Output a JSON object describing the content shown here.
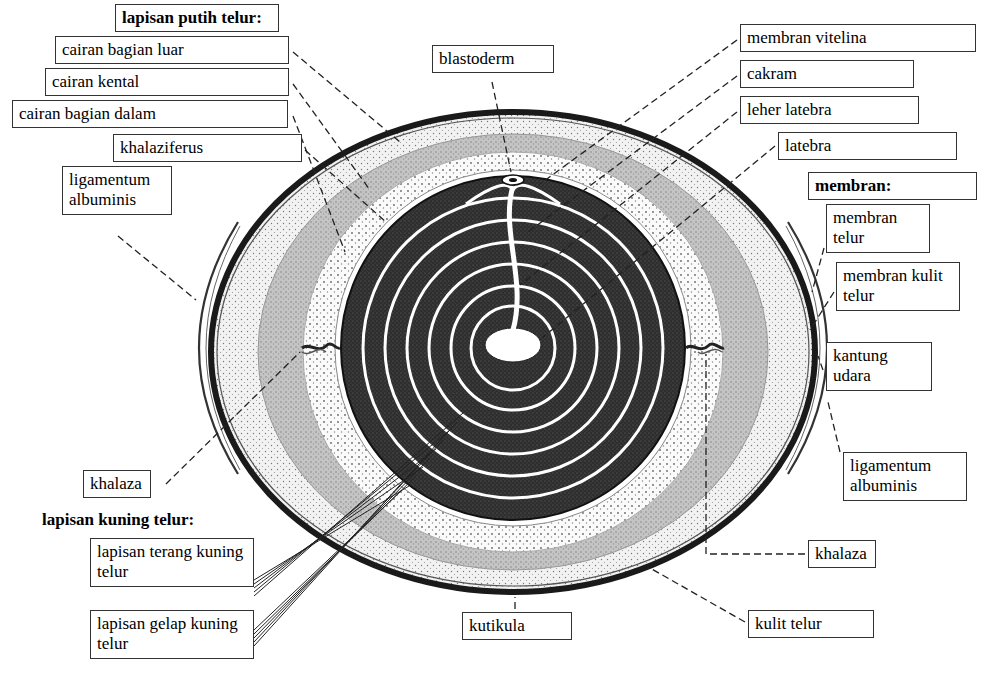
{
  "diagram": {
    "nodes": [
      {
        "text": [
          "lapisan putih telur:"
        ]
      },
      {
        "text": [
          "cairan bagian luar"
        ]
      },
      {
        "text": [
          "cairan kental"
        ]
      },
      {
        "text": [
          "cairan bagian dalam"
        ]
      },
      {
        "text": [
          "khalaziferus"
        ]
      },
      {
        "text": [
          "ligamentum albuminis"
        ]
      },
      {
        "text": [
          "blastoderm"
        ]
      },
      {
        "text": [
          "membran vitelina"
        ]
      },
      {
        "text": [
          "cakram"
        ]
      },
      {
        "text": [
          "leher latebra"
        ]
      },
      {
        "text": [
          "latebra"
        ]
      },
      {
        "text": [
          "membran:"
        ]
      },
      {
        "text": [
          "membran telur"
        ]
      },
      {
        "text": [
          "membran kulit telur"
        ]
      },
      {
        "text": [
          "kantung udara"
        ]
      },
      {
        "text": [
          "ligamentum albuminis"
        ]
      },
      {
        "text": [
          "khalaza"
        ]
      },
      {
        "text": [
          "lapisan terang kuning telur"
        ]
      },
      {
        "text": [
          "lapisan gelap kuning telur"
        ]
      },
      {
        "text": [
          "kutikula"
        ]
      },
      {
        "text": [
          "khalaza"
        ]
      },
      {
        "text": [
          "kulit telur"
        ]
      }
    ],
    "labels": [
      "lapisan kuning telur:"
    ]
  }
}
